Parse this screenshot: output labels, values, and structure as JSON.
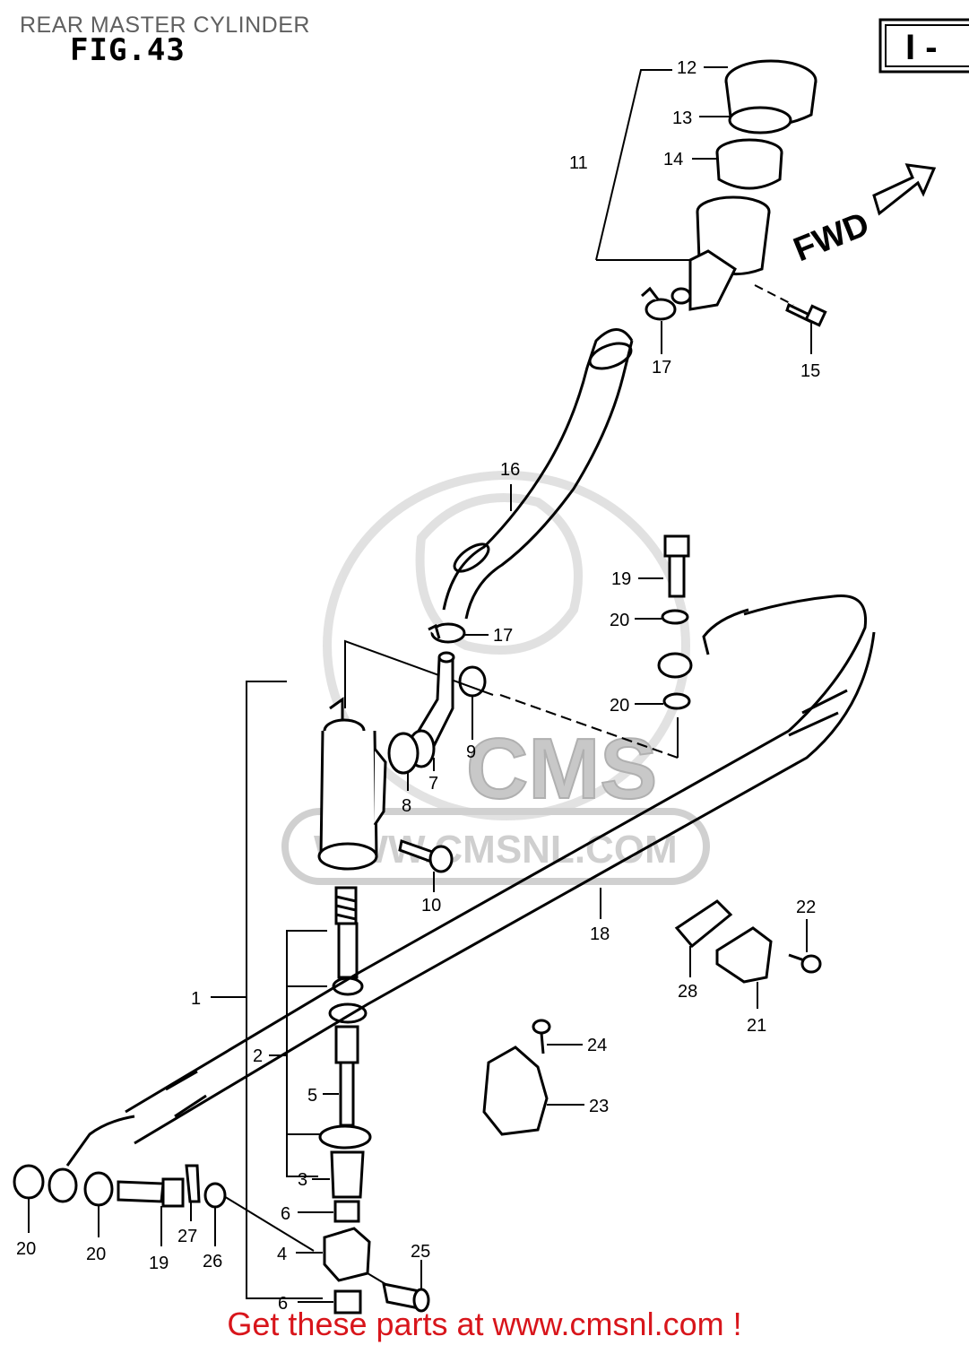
{
  "header": {
    "title": "REAR MASTER CYLINDER",
    "fig": "FIG.43",
    "badge": "I -"
  },
  "direction_label": "FWD",
  "watermark": {
    "cms": "CMS",
    "url": "WWW.CMSNL.COM"
  },
  "callouts": {
    "c1": "1",
    "c2": "2",
    "c3": "3",
    "c4": "4",
    "c5": "5",
    "c6a": "6",
    "c6b": "6",
    "c7": "7",
    "c8": "8",
    "c9": "9",
    "c10": "10",
    "c11": "11",
    "c12": "12",
    "c13": "13",
    "c14": "14",
    "c15": "15",
    "c16": "16",
    "c17a": "17",
    "c17b": "17",
    "c18": "18",
    "c19a": "19",
    "c19b": "19",
    "c20a": "20",
    "c20b": "20",
    "c20c": "20",
    "c20d": "20",
    "c21": "21",
    "c22": "22",
    "c23": "23",
    "c24": "24",
    "c25": "25",
    "c26": "26",
    "c27": "27",
    "c28": "28"
  },
  "footer": "Get these parts at www.cmsnl.com !"
}
